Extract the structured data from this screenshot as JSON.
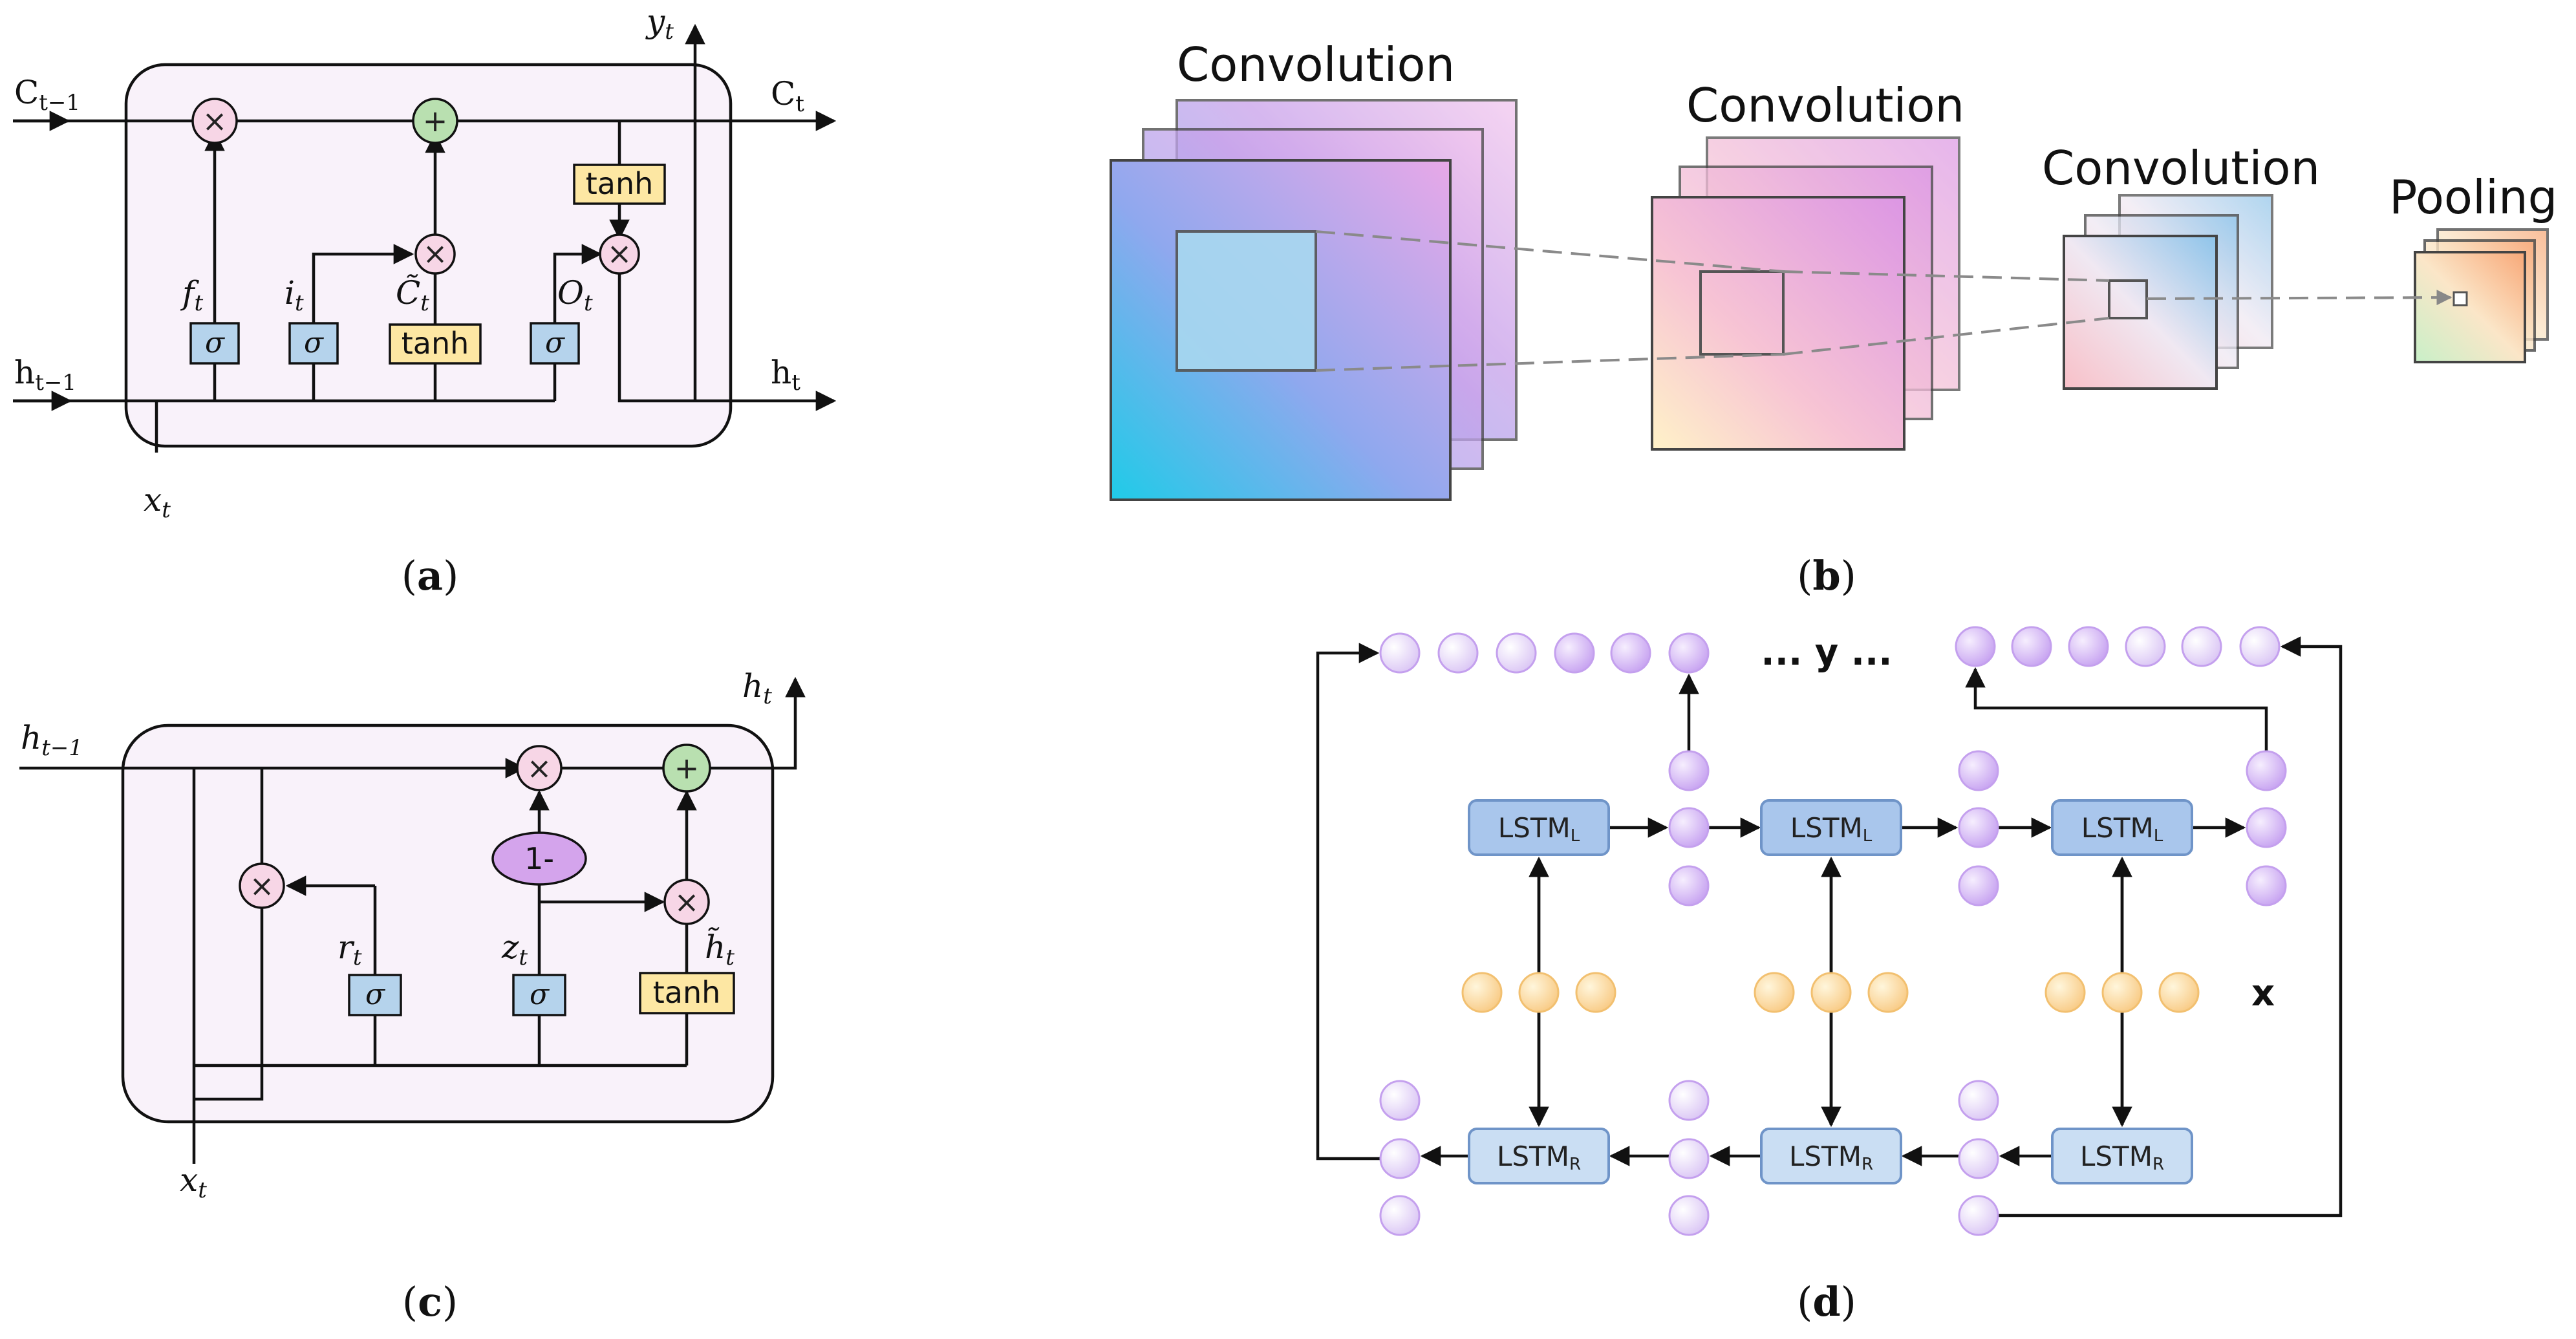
{
  "panel_a": {
    "caption": "a",
    "labels": {
      "c_prev": "C",
      "c_prev_sub": "t−1",
      "c_next": "C",
      "c_next_sub": "t",
      "h_prev": "h",
      "h_prev_sub": "t−1",
      "h_next": "h",
      "h_next_sub": "t",
      "y_out": "y",
      "y_out_sub": "t",
      "x_in": "x",
      "x_in_sub": "t",
      "f": "f",
      "f_sub": "t",
      "i": "i",
      "i_sub": "t",
      "c_tilde": "C̃",
      "c_tilde_sub": "t",
      "o": "O",
      "o_sub": "t"
    },
    "sigma": "σ",
    "tanh": "tanh",
    "times": "×",
    "plus": "+"
  },
  "panel_b": {
    "caption": "b",
    "stages": [
      "Convolution",
      "Convolution",
      "Convolution",
      "Pooling"
    ]
  },
  "panel_c": {
    "caption": "c",
    "labels": {
      "h_prev": "h",
      "h_prev_sub": "t−1",
      "h_next": "h",
      "h_next_sub": "t",
      "x_in": "x",
      "x_in_sub": "t",
      "r": "r",
      "r_sub": "t",
      "z": "z",
      "z_sub": "t",
      "h_tilde": "h̃",
      "h_tilde_sub": "t"
    },
    "one_minus": "1-",
    "sigma": "σ",
    "tanh": "tanh",
    "times": "×",
    "plus": "+"
  },
  "panel_d": {
    "caption": "d",
    "output_label": "... y ...",
    "input_label": "x",
    "lstm_left": "LSTM",
    "lstm_left_sub": "L",
    "lstm_right": "LSTM",
    "lstm_right_sub": "R"
  },
  "colors": {
    "cell_bg": "#f9f2fa",
    "sigma_box": "#b5d3ec",
    "tanh_box": "#fde7a3",
    "times_node": "#f7d6e6",
    "plus_node": "#b9e0b0",
    "lstm_box": "#a9c6ec",
    "lstm_r_box": "#cadef3",
    "purple_node": "#c8a6ee",
    "orange_node": "#fcd99a"
  }
}
